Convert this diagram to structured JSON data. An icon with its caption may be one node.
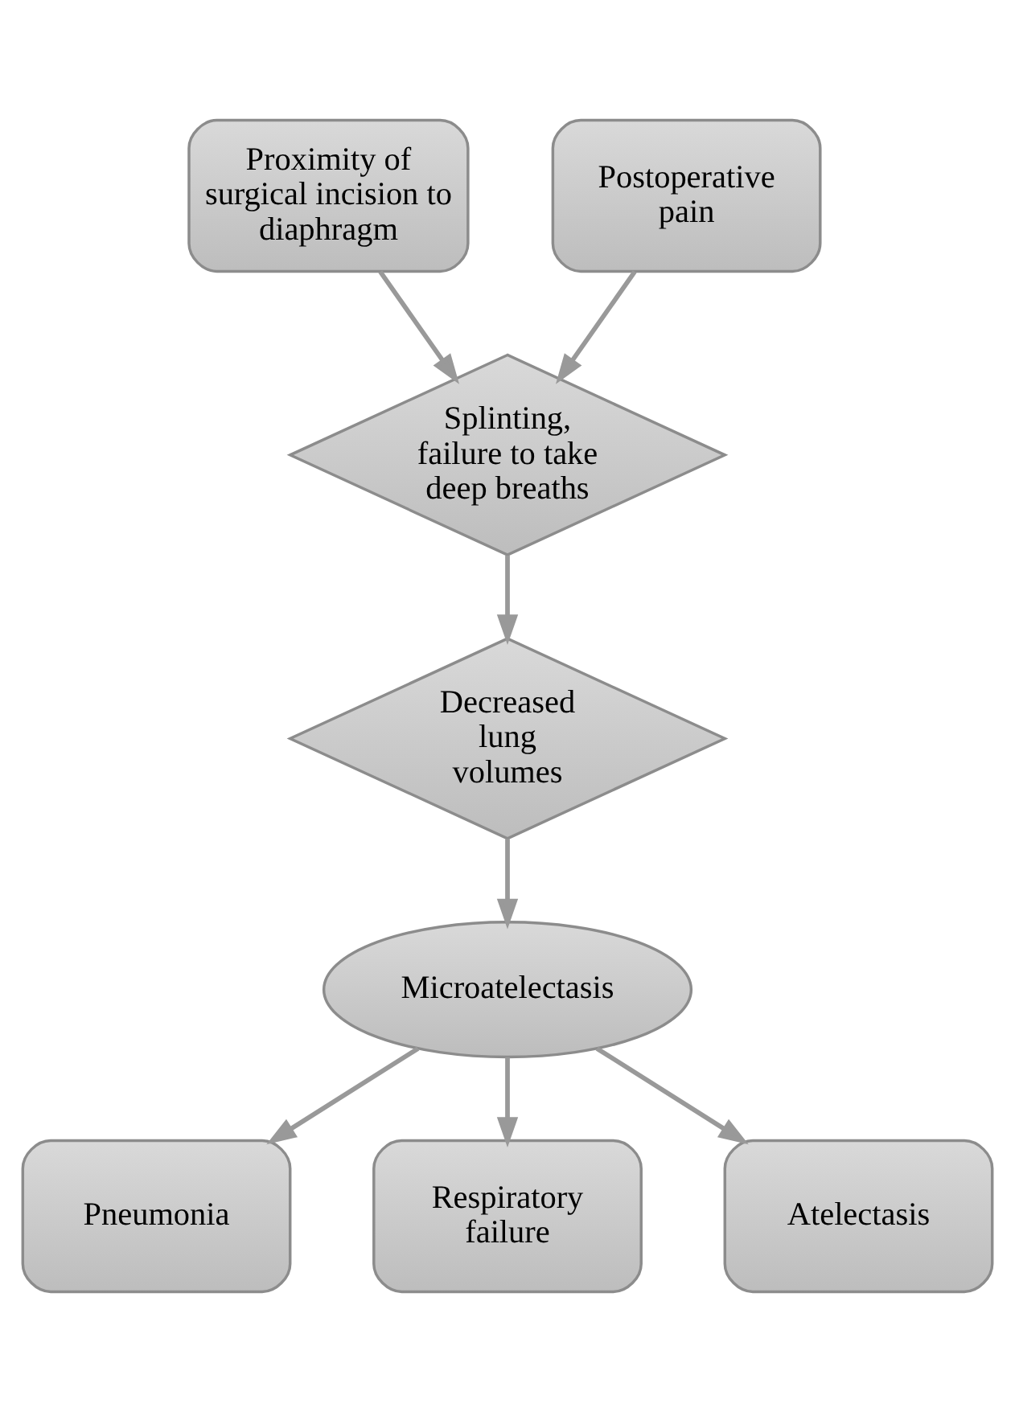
{
  "diagram": {
    "nodes": [
      {
        "text": [
          "Proximity of surgical incision to diaphragm"
        ]
      },
      {
        "text": [
          "Postoperative pain"
        ]
      },
      {
        "text": [
          "Splinting, failure to take deep breaths"
        ]
      },
      {
        "text": [
          "Decreased lung volumes"
        ]
      },
      {
        "text": [
          "Microatelectasis"
        ]
      },
      {
        "text": [
          "Pneumonia"
        ]
      },
      {
        "text": [
          "Respiratory failure"
        ]
      },
      {
        "text": [
          "Atelectasis"
        ]
      }
    ],
    "edges": [
      {
        "from": 0,
        "to": 2,
        "arrow": "to"
      },
      {
        "from": 1,
        "to": 2,
        "arrow": "to"
      },
      {
        "from": 2,
        "to": 3,
        "arrow": "to"
      },
      {
        "from": 3,
        "to": 4,
        "arrow": "to"
      },
      {
        "from": 4,
        "to": 5,
        "arrow": "to"
      },
      {
        "from": 4,
        "to": 6,
        "arrow": "to"
      },
      {
        "from": 4,
        "to": 7,
        "arrow": "to"
      }
    ]
  }
}
